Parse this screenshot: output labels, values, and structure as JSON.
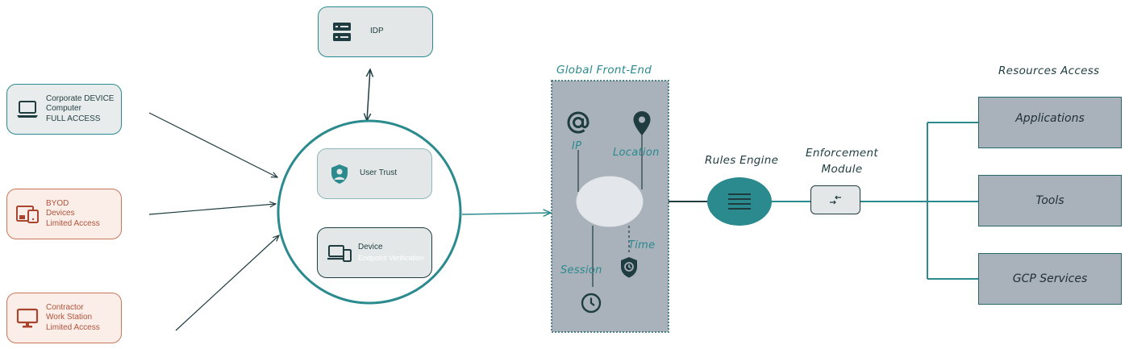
{
  "idp": {
    "label": "IDP",
    "icon": "server-icon"
  },
  "devices": [
    {
      "lines": [
        "Corporate DEVICE",
        "Computer",
        "FULL ACCESS"
      ],
      "icon": "laptop-icon",
      "color": "#2a8a8e"
    },
    {
      "lines": [
        "BYOD",
        "Devices",
        "Limited Access"
      ],
      "icon": "mobile-devices-icon",
      "color": "#c8765a"
    },
    {
      "lines": [
        "Contractor",
        "Work Station",
        "Limited Access"
      ],
      "icon": "monitor-icon",
      "color": "#c8765a"
    }
  ],
  "trust": {
    "user_trust": {
      "label": "User Trust",
      "icon": "user-shield-icon"
    },
    "device": {
      "label": "Device",
      "sublabel": "Endpoint Verification",
      "icon": "devices-icon"
    }
  },
  "global_frontend": {
    "title": "Global Front-End",
    "ip_label": "IP",
    "location_label": "Location",
    "session_label": "Session",
    "time_label": "Time"
  },
  "rules_engine": {
    "label": "Rules Engine",
    "color": "#2a8a8e"
  },
  "enforcement": {
    "label_line1": "Enforcement",
    "label_line2": "Module"
  },
  "resources": {
    "title": "Resources Access",
    "items": [
      "Applications",
      "Tools",
      "GCP Services"
    ]
  },
  "colors": {
    "teal": "#2a8a8e",
    "dark": "#1f3d40",
    "grey_box": "#a9b1bb",
    "red": "#c8765a"
  }
}
